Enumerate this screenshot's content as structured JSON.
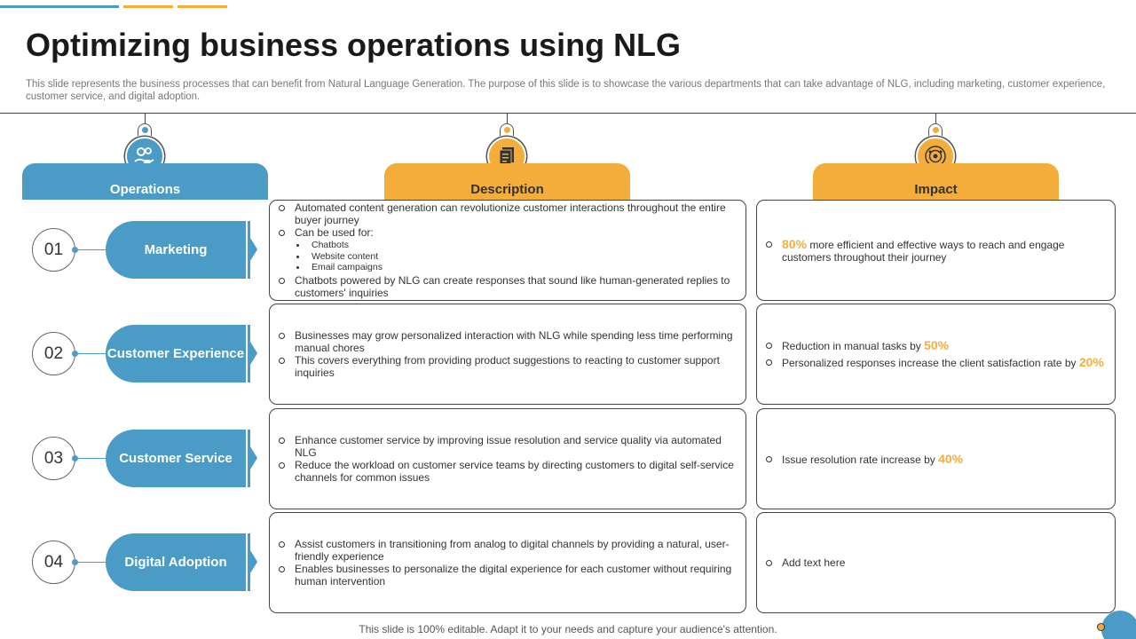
{
  "title": "Optimizing business operations using NLG",
  "subtitle": "This slide represents the business processes that can benefit from Natural Language Generation. The purpose of this slide is to showcase the various departments that can take advantage of NLG, including marketing, customer experience, customer service, and digital adoption.",
  "colors": {
    "blue": "#4a9cc7",
    "orange": "#f4ad3b"
  },
  "headers": {
    "operations": "Operations",
    "description": "Description",
    "impact": "Impact"
  },
  "icons": {
    "operations": "hand-gears-icon",
    "description": "documents-icon",
    "impact": "target-icon"
  },
  "rows": [
    {
      "num": "01",
      "op": "Marketing",
      "desc": {
        "b1": "Automated content generation can revolutionize customer interactions throughout the entire buyer journey",
        "b2": "Can be used for:",
        "sub": [
          "Chatbots",
          "Website content",
          "Email  campaigns"
        ],
        "b3": "Chatbots powered by NLG can create responses that sound like human-generated replies to customers' inquiries"
      },
      "impact": {
        "i1_hl": "80%",
        "i1_text": " more efficient and effective ways to reach and engage customers throughout their journey"
      }
    },
    {
      "num": "02",
      "op": "Customer Experience",
      "desc": {
        "b1": "Businesses may grow personalized interaction with NLG while spending less time performing manual chores",
        "b2": "This covers everything from providing product suggestions to reacting to customer support inquiries"
      },
      "impact": {
        "i1_text": "Reduction in manual tasks by ",
        "i1_hl": "50%",
        "i2_text": "Personalized responses increase the client satisfaction rate by ",
        "i2_hl": "20%"
      }
    },
    {
      "num": "03",
      "op": "Customer Service",
      "desc": {
        "b1": "Enhance customer service by improving issue resolution and service quality via automated NLG",
        "b2": "Reduce the workload on customer service teams by directing customers to digital self-service channels for common issues"
      },
      "impact": {
        "i1_text": "Issue resolution rate increase by ",
        "i1_hl": "40%"
      }
    },
    {
      "num": "04",
      "op": "Digital Adoption",
      "desc": {
        "b1": "Assist customers in transitioning from analog to digital channels by providing a natural, user-friendly experience",
        "b2": "Enables businesses to personalize the digital experience for each customer without requiring human intervention"
      },
      "impact": {
        "i1_text": "Add text here"
      }
    }
  ],
  "footer": "This slide is 100% editable. Adapt it to your needs and capture your audience's attention."
}
